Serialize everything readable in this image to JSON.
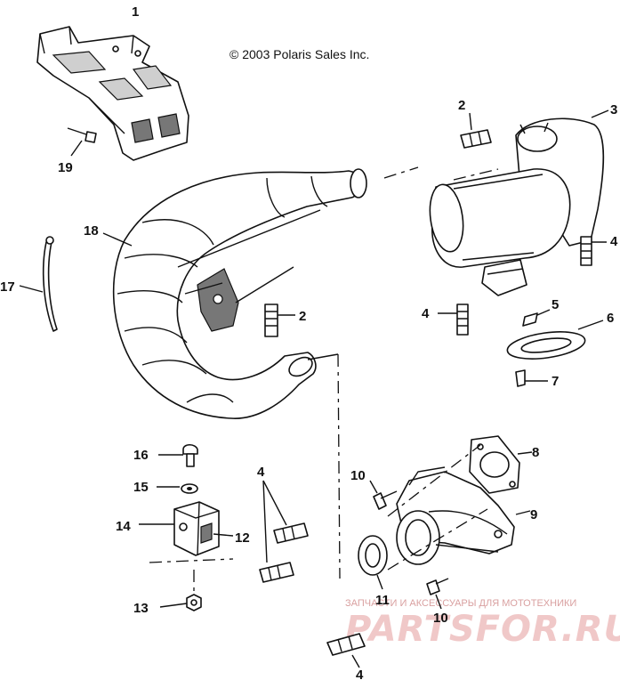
{
  "copyright": "© 2003 Polaris Sales Inc.",
  "watermark": {
    "line1": "ЗАПЧАСТИ И АКСЕССУАРЫ ДЛЯ МОТОТЕХНИКИ",
    "line2": "PARTSFOR.RU"
  },
  "callouts": {
    "c1": "1",
    "c2a": "2",
    "c2b": "2",
    "c3": "3",
    "c4a": "4",
    "c4b": "4",
    "c4c": "4",
    "c4d": "4",
    "c5": "5",
    "c6": "6",
    "c7": "7",
    "c8": "8",
    "c9": "9",
    "c10a": "10",
    "c10b": "10",
    "c11": "11",
    "c12": "12",
    "c13": "13",
    "c14": "14",
    "c15": "15",
    "c16": "16",
    "c17": "17",
    "c18": "18",
    "c19": "19"
  }
}
